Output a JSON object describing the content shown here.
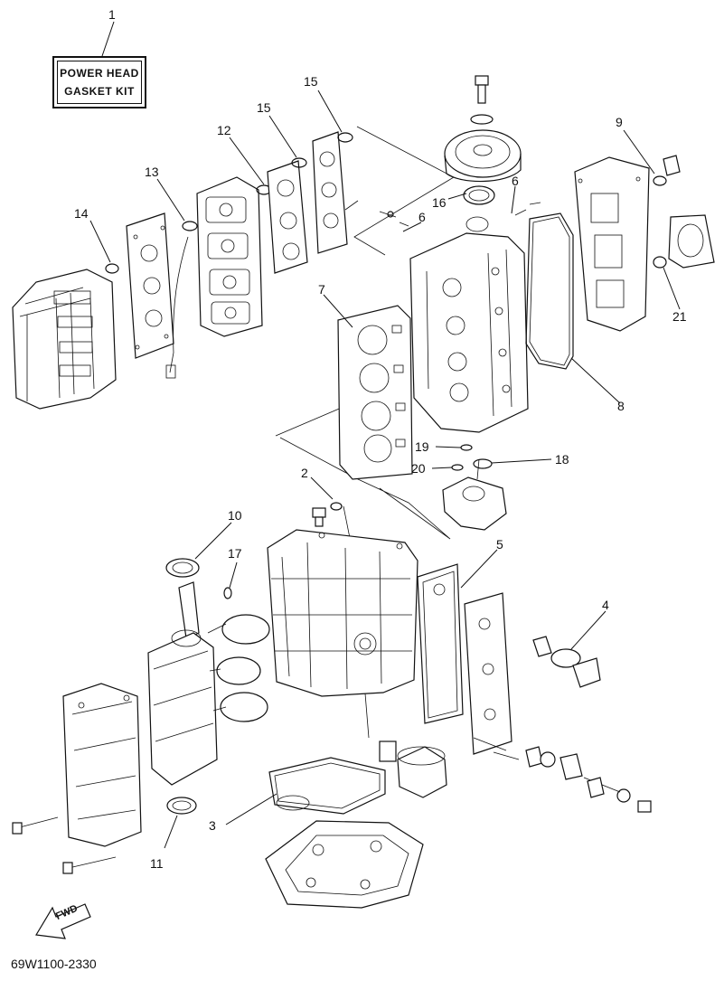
{
  "kit_box": {
    "line1": "POWER HEAD",
    "line2": "GASKET KIT"
  },
  "callouts": [
    "1",
    "2",
    "3",
    "4",
    "5",
    "6",
    "6",
    "7",
    "8",
    "9",
    "10",
    "11",
    "12",
    "13",
    "14",
    "15",
    "15",
    "16",
    "17",
    "18",
    "19",
    "20",
    "21"
  ],
  "direction_marker": "FWD",
  "drawing_number": "69W1100-2330"
}
